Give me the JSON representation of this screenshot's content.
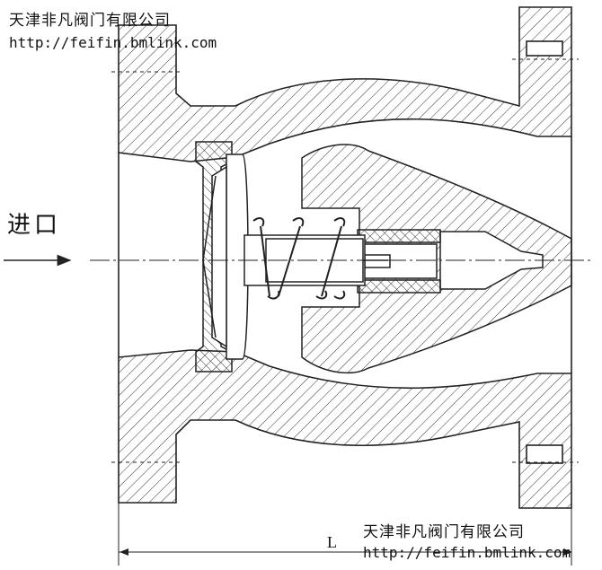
{
  "watermark_top": {
    "company": "天津非凡阀门有限公司",
    "url": "http://feifin.bmlink.com"
  },
  "watermark_bottom": {
    "company": "天津非凡阀门有限公司",
    "url": "http://feifin.bmlink.com"
  },
  "inlet_label": "进口",
  "dimension_label": "L",
  "colors": {
    "line": "#222222",
    "paper": "#ffffff"
  }
}
